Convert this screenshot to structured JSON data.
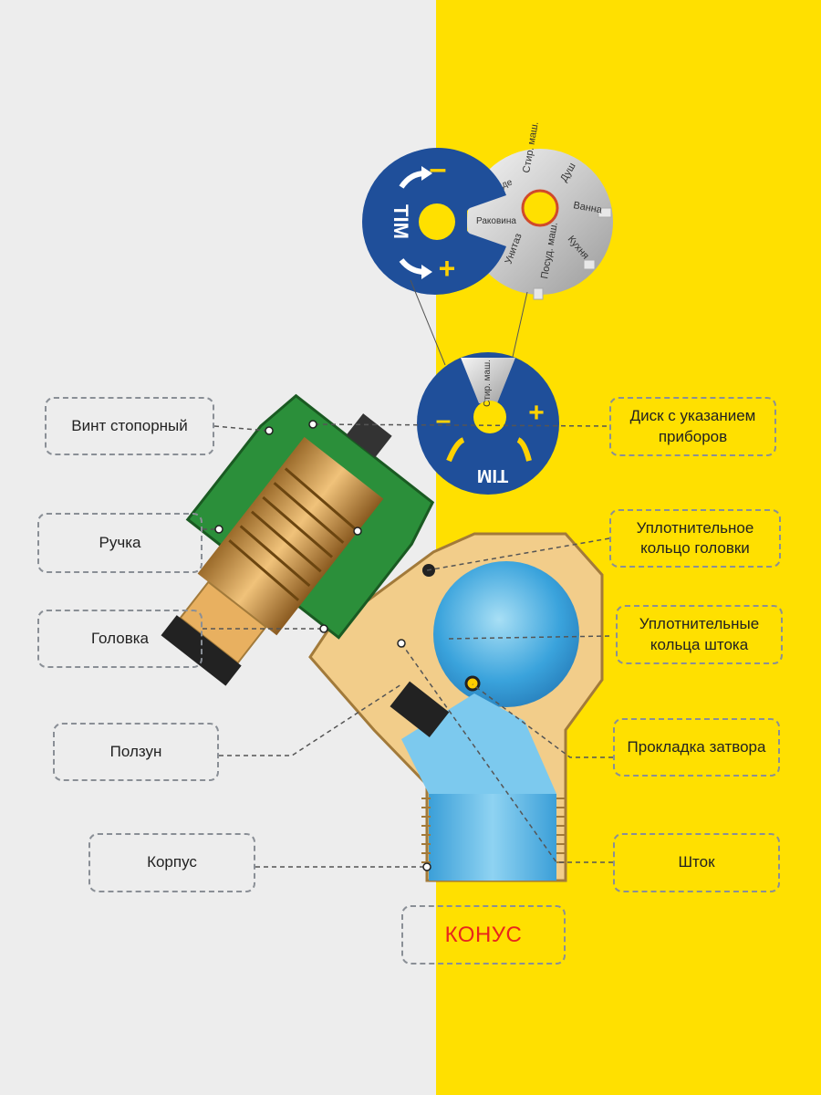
{
  "labels": {
    "vint_stopornyi": "Винт стопорный",
    "ruchka": "Ручка",
    "golovka": "Головка",
    "polzun": "Ползун",
    "korpus": "Корпус",
    "disk": "Диск с указанием\nприборов",
    "uplot_golovki": "Уплотнительное\nкольцо головки",
    "uplot_shtoka": "Уплотнительные\nкольца штока",
    "prokladka": "Прокладка затвора",
    "shtok": "Шток",
    "konus": "КОНУС"
  },
  "dial_blue": {
    "brand": "TIM",
    "minus": "–",
    "plus": "+"
  },
  "dial_silver": {
    "sectors": [
      "Стир.\nмаш.",
      "Душ",
      "Ванна",
      "Кухня",
      "Посуд.\nмаш.",
      "Унитаз",
      "Раковина",
      "Биде"
    ]
  },
  "dial_small": {
    "brand": "TIM",
    "minus": "–",
    "plus": "+",
    "sector": "Стир.\nмаш."
  },
  "colors": {
    "left_bg": "#ededed",
    "right_bg": "#ffe000",
    "dial_blue": "#1f4f9a",
    "body_brass": "#f2cd8a",
    "handle_green": "#2b8f3a",
    "water_blue": "#4fb3e6",
    "konus_red": "#e8261c",
    "label_border": "#8a8f96"
  }
}
